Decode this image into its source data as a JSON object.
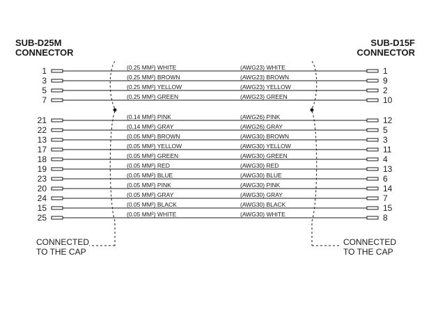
{
  "left_connector": {
    "title_line1": "SUB-D25M",
    "title_line2": "CONNECTOR"
  },
  "right_connector": {
    "title_line1": "SUB-D15F",
    "title_line2": "CONNECTOR"
  },
  "wires": [
    {
      "left_pin": "1",
      "right_pin": "1",
      "left_label": "(0.25 MM²) WHITE",
      "right_label": "(AWG23) WHITE"
    },
    {
      "left_pin": "3",
      "right_pin": "9",
      "left_label": "(0.25 MM²) BROWN",
      "right_label": "(AWG23) BROWN"
    },
    {
      "left_pin": "5",
      "right_pin": "2",
      "left_label": "(0.25 MM²) YELLOW",
      "right_label": "(AWG23) YELLOW"
    },
    {
      "left_pin": "7",
      "right_pin": "10",
      "left_label": "(0.25 MM²) GREEN",
      "right_label": "(AWG23) GREEN"
    },
    {
      "left_pin": "21",
      "right_pin": "12",
      "left_label": "(0.14 MM²) PINK",
      "right_label": "(AWG26) PINK"
    },
    {
      "left_pin": "22",
      "right_pin": "5",
      "left_label": "(0.14 MM²) GRAY",
      "right_label": "(AWG26) GRAY"
    },
    {
      "left_pin": "13",
      "right_pin": "3",
      "left_label": "(0.05 MM²) BROWN",
      "right_label": "(AWG30) BROWN"
    },
    {
      "left_pin": "17",
      "right_pin": "11",
      "left_label": "(0.05 MM²) YELLOW",
      "right_label": "(AWG30) YELLOW"
    },
    {
      "left_pin": "18",
      "right_pin": "4",
      "left_label": "(0.05 MM²) GREEN",
      "right_label": "(AWG30) GREEN"
    },
    {
      "left_pin": "19",
      "right_pin": "13",
      "left_label": "(0.05 MM²) RED",
      "right_label": "(AWG30) RED"
    },
    {
      "left_pin": "23",
      "right_pin": "6",
      "left_label": "(0.05 MM²) BLUE",
      "right_label": "(AWG30) BLUE"
    },
    {
      "left_pin": "20",
      "right_pin": "14",
      "left_label": "(0.05 MM²) PINK",
      "right_label": "(AWG30) PINK"
    },
    {
      "left_pin": "24",
      "right_pin": "7",
      "left_label": "(0.05 MM²) GRAY",
      "right_label": "(AWG30) GRAY"
    },
    {
      "left_pin": "15",
      "right_pin": "15",
      "left_label": "(0.05 MM²) BLACK",
      "right_label": "(AWG30) BLACK"
    },
    {
      "left_pin": "25",
      "right_pin": "8",
      "left_label": "(0.05 MM²) WHITE",
      "right_label": "(AWG30) WHITE"
    }
  ],
  "notes": {
    "left_line1": "CONNECTED",
    "left_line2": "TO THE CAP",
    "right_line1": "CONNECTED",
    "right_line2": "TO THE CAP"
  }
}
